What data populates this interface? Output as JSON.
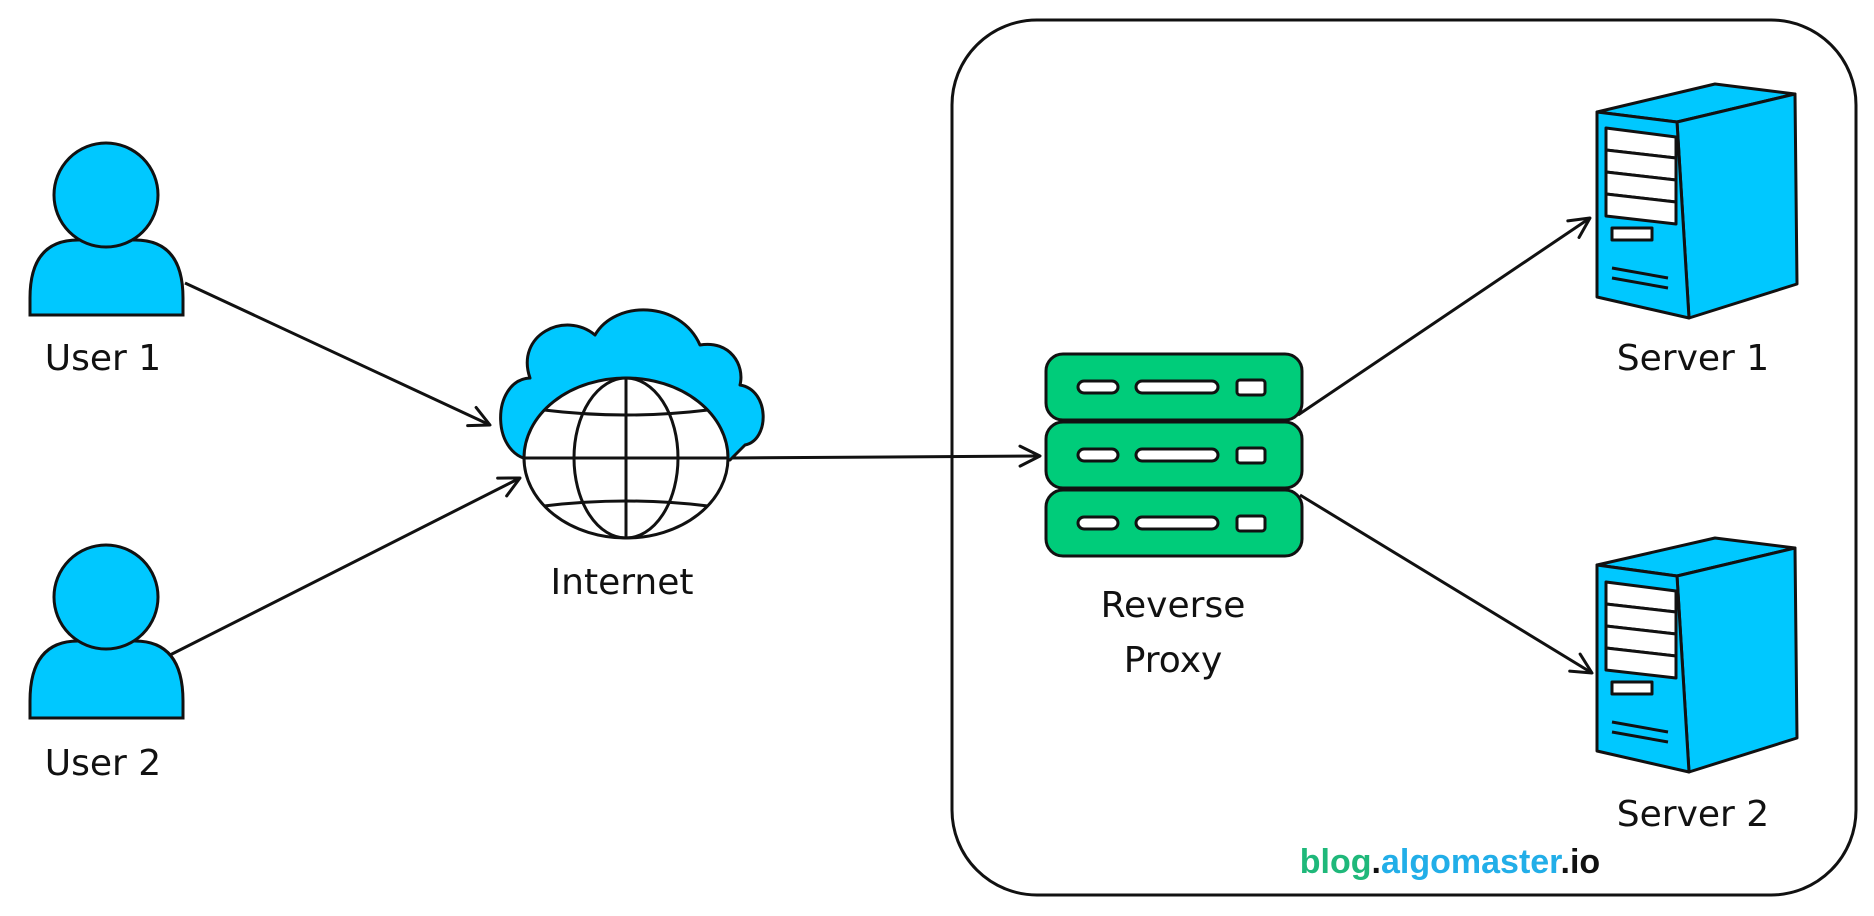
{
  "labels": {
    "user1": "User 1",
    "user2": "User 2",
    "internet": "Internet",
    "proxy_line1": "Reverse",
    "proxy_line2": "Proxy",
    "server1": "Server 1",
    "server2": "Server 2"
  },
  "watermark": {
    "part1": "blog",
    "dot1": ".",
    "part2": "algomaster",
    "dot2": ".",
    "part3": "io"
  },
  "colors": {
    "user": "#00c8ff",
    "cloud": "#00c8ff",
    "proxy": "#00cc7a",
    "server": "#00c8ff",
    "stroke": "#111111",
    "watermark_blog": "#1fb87a",
    "watermark_algomaster": "#22aee8",
    "watermark_io": "#111111"
  },
  "icons": {
    "user": "person-icon",
    "internet": "cloud-globe-icon",
    "proxy": "server-rack-icon",
    "server": "server-tower-icon"
  }
}
